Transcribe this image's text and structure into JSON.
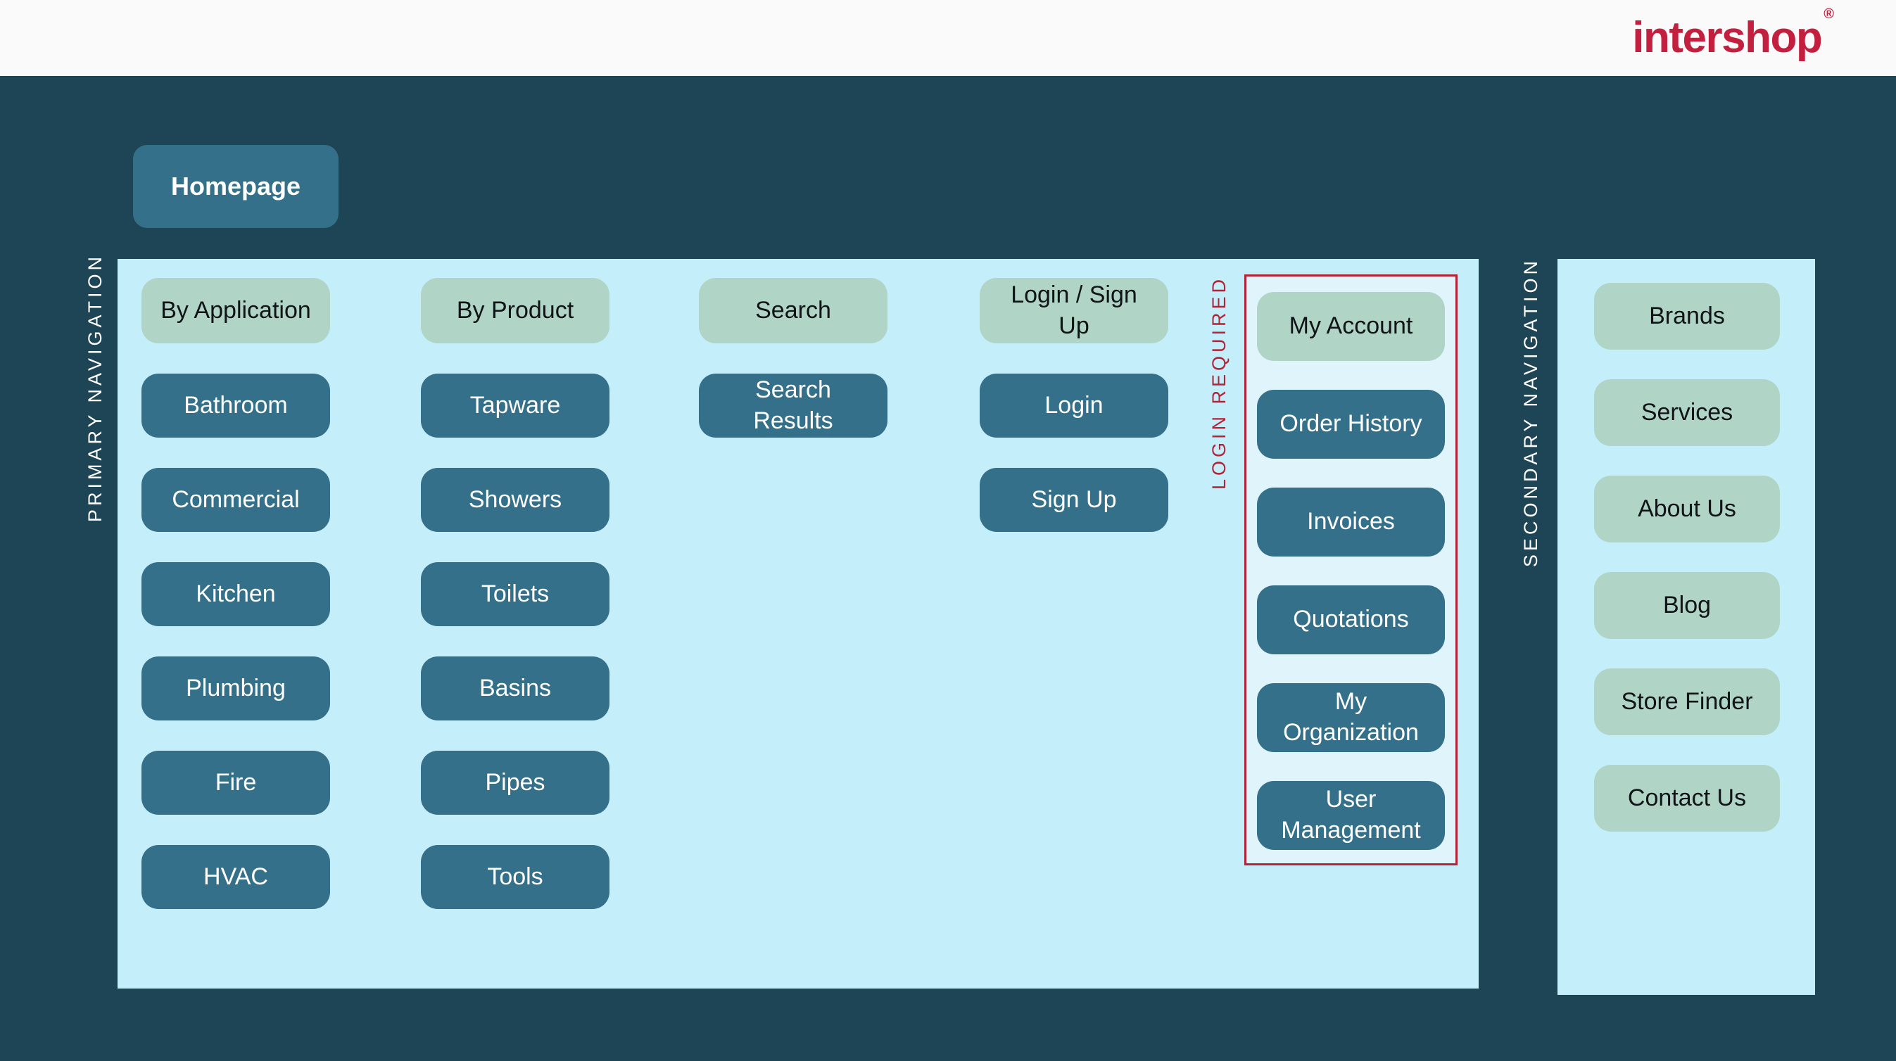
{
  "header": {
    "logo_text": "intershop",
    "registered_mark": "®"
  },
  "homepage": {
    "label": "Homepage"
  },
  "primary_navigation": {
    "label": "PRIMARY NAVIGATION",
    "columns": [
      {
        "header": "By Application",
        "items": [
          "Bathroom",
          "Commercial",
          "Kitchen",
          "Plumbing",
          "Fire",
          "HVAC"
        ]
      },
      {
        "header": "By Product",
        "items": [
          "Tapware",
          "Showers",
          "Toilets",
          "Basins",
          "Pipes",
          "Tools"
        ]
      },
      {
        "header": "Search",
        "items": [
          "Search Results"
        ]
      },
      {
        "header": "Login / Sign Up",
        "items": [
          "Login",
          "Sign Up"
        ]
      }
    ],
    "login_required": {
      "label": "LOGIN REQUIRED",
      "header": "My Account",
      "items": [
        "Order History",
        "Invoices",
        "Quotations",
        "My Organization",
        "User Management"
      ]
    }
  },
  "secondary_navigation": {
    "label": "SECONDARY NAVIGATION",
    "items": [
      "Brands",
      "Services",
      "About Us",
      "Blog",
      "Store Finder",
      "Contact Us"
    ]
  },
  "colors": {
    "page_background": "#1D4555",
    "header_bar": "#FAFAFA",
    "brand_red": "#C2203E",
    "panel_blue": "#C3EEFA",
    "login_box_blue": "#E0F4FB",
    "teal_node": "#34708A",
    "green_node": "#B0D5C6",
    "login_required_red": "#B22337"
  }
}
